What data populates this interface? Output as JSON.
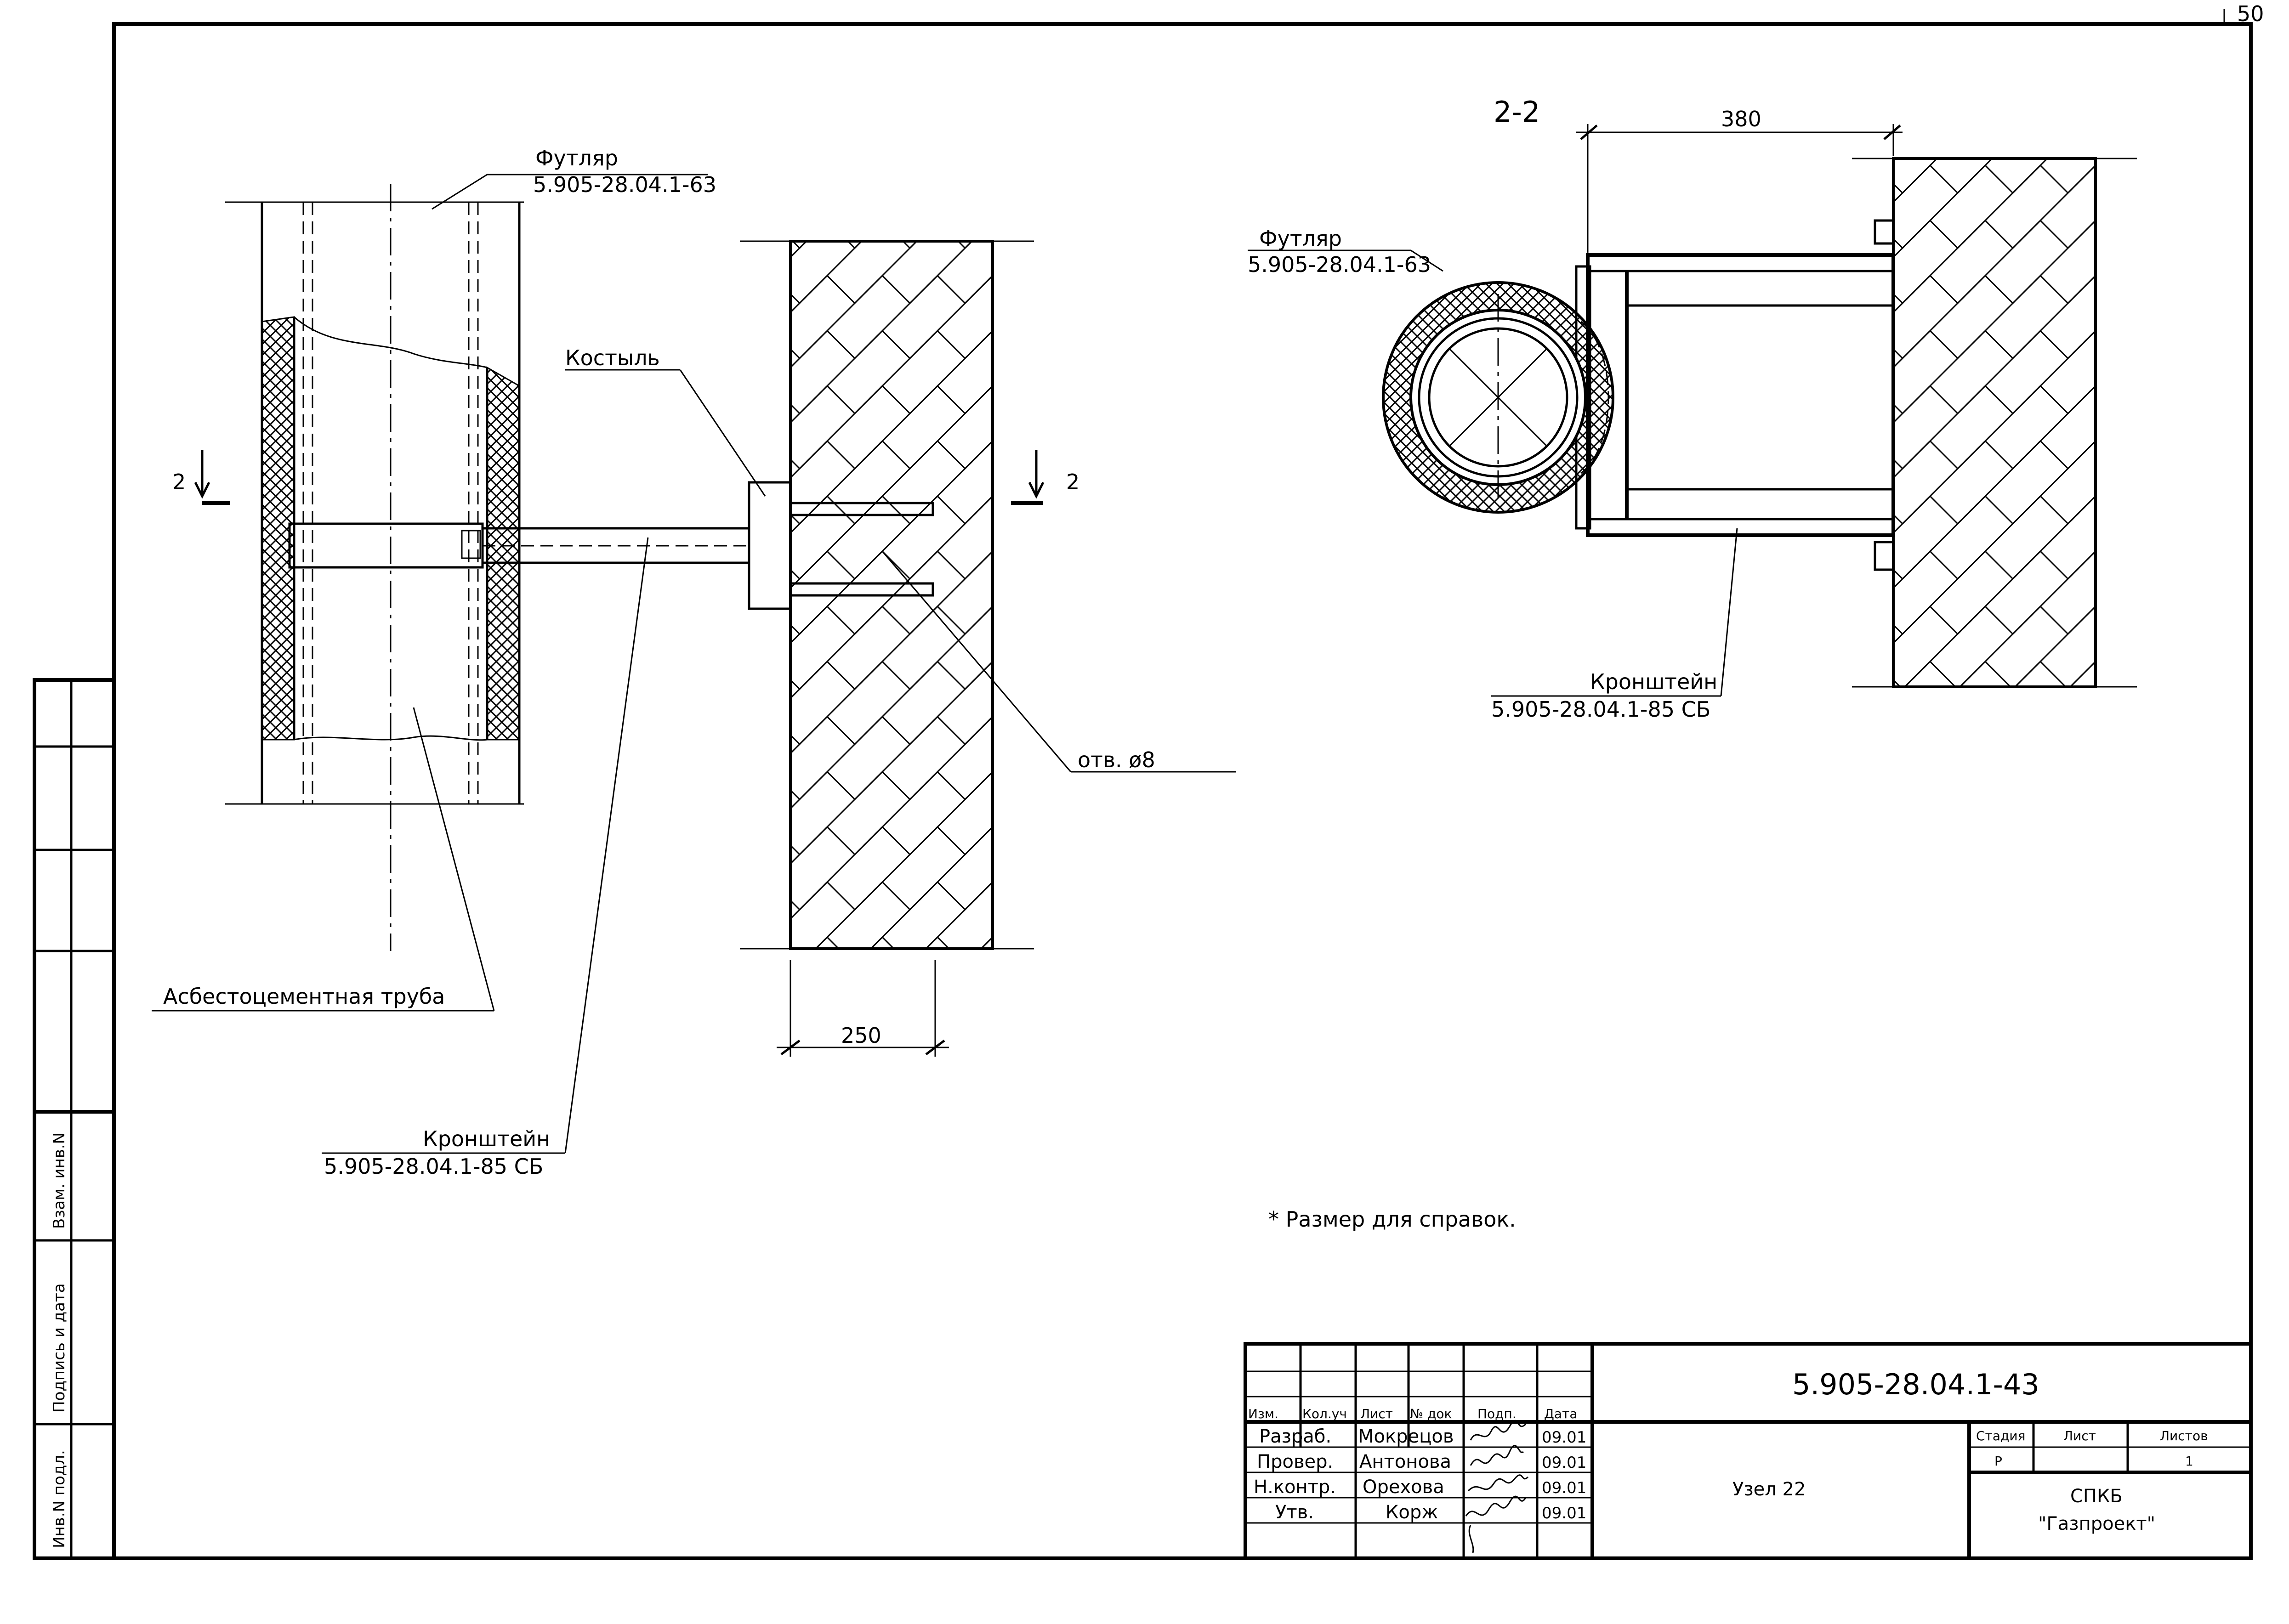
{
  "sheet_number": "50",
  "left_view": {
    "label_futlyar_line1": "Футляр",
    "label_futlyar_line2": "5.905-28.04.1-63",
    "label_kostyl": "Костыль",
    "section_mark_left": "2",
    "section_mark_right": "2",
    "label_otv": "отв. ø8",
    "dimension_250": "250",
    "label_asbestos": "Асбестоцементная труба",
    "label_kronshtein_line1": "Кронштейн",
    "label_kronshtein_line2": "5.905-28.04.1-85 СБ"
  },
  "right_view": {
    "section_title": "2-2",
    "dimension_380": "380",
    "label_futlyar_line1": "Футляр",
    "label_futlyar_line2": "5.905-28.04.1-63",
    "label_kronshtein_line1": "Кронштейн",
    "label_kronshtein_line2": "5.905-28.04.1-85 СБ"
  },
  "note": "* Размер для справок.",
  "side_stamp": {
    "vzam_inv": "Взам. инв.N",
    "podpis_data": "Подпись и дата",
    "inv_podl": "Инв.N подл."
  },
  "title_block": {
    "document_code": "5.905-28.04.1-43",
    "title": "Узел 22",
    "col_headers": [
      "Изм.",
      "Кол.уч",
      "Лист",
      "№ док",
      "Подп.",
      "Дата"
    ],
    "rows": [
      {
        "role": "Разраб.",
        "name": "Мокрецов",
        "date": "09.01"
      },
      {
        "role": "Провер.",
        "name": "Антонова",
        "date": "09.01"
      },
      {
        "role": "Н.контр.",
        "name": "Орехова",
        "date": "09.01"
      },
      {
        "role": "Утв.",
        "name": "Корж",
        "date": "09.01"
      }
    ],
    "stage_header": "Стадия",
    "sheet_header": "Лист",
    "sheets_header": "Листов",
    "stage_value": "Р",
    "sheets_value": "1",
    "org_line1": "СПКБ",
    "org_line2": "\"Газпроект\""
  }
}
